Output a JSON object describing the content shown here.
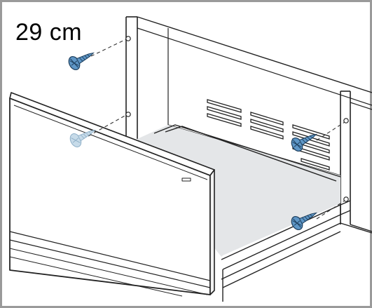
{
  "diagram": {
    "dimension_label": "29 cm",
    "colors": {
      "frame": "#9a9a9a",
      "outline": "#222222",
      "panel_fill": "#ffffff",
      "floor_fill": "#e4e6e8",
      "screw": "#5e96c6",
      "screw_ghost": "#aac6dc"
    },
    "icons": [
      "screw-icon",
      "vent-slots",
      "drawer-front-panel",
      "cabinet-housing"
    ]
  }
}
